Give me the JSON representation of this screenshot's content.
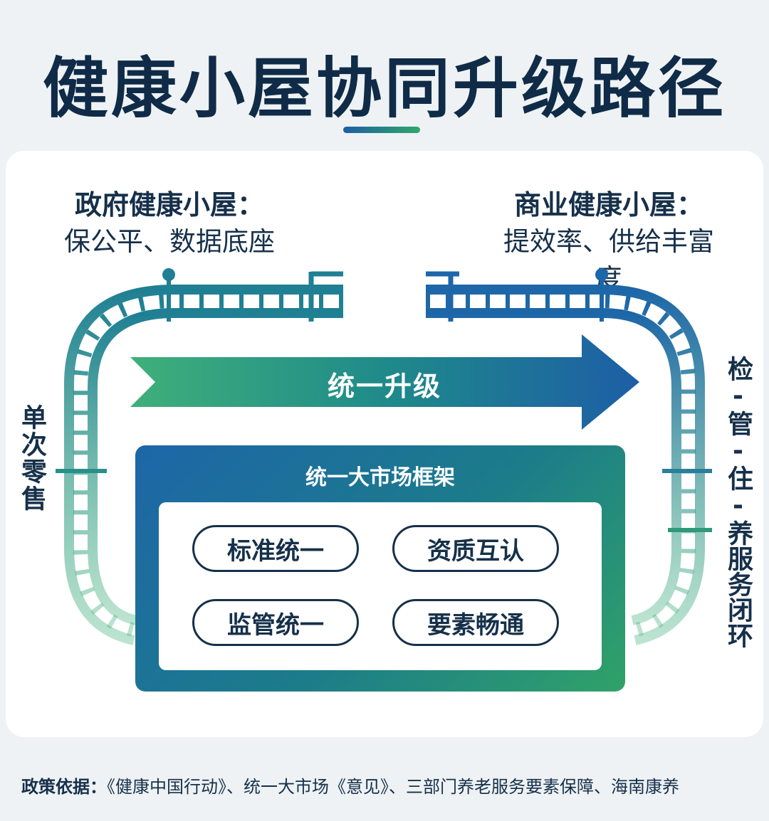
{
  "title": "健康小屋协同升级路径",
  "left_label": {
    "line1": "政府健康小屋：",
    "line2": "保公平、数据底座"
  },
  "right_label": {
    "line1": "商业健康小屋：",
    "line2": "提效率、供给丰富度"
  },
  "left_side": "单次零售",
  "right_side": "检-管-住-养服务闭环",
  "arrow_label": "统一升级",
  "framework": {
    "title": "统一大市场框架",
    "items": [
      "标准统一",
      "资质互认",
      "监管统一",
      "要素畅通"
    ]
  },
  "footer": {
    "label": "政策依据：",
    "text": "《健康中国行动》、统一大市场《意见》、三部门养老服务要素保障、海南康养"
  },
  "colors": {
    "navy": "#16304a",
    "blue": "#1d66a8",
    "teal": "#1c7c8a",
    "green": "#31a268"
  }
}
